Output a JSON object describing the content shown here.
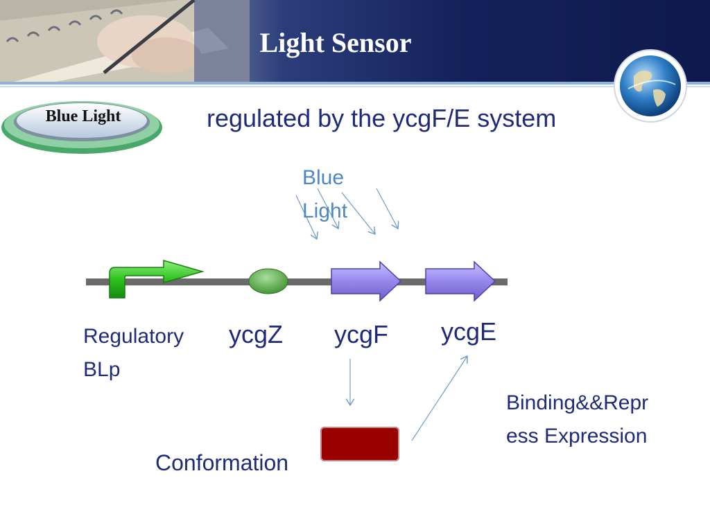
{
  "header": {
    "title": "Light Sensor"
  },
  "badge": {
    "label": "Blue Light"
  },
  "subtitle": "regulated by the ycgF/E system",
  "diagram": {
    "light_label_line1": "Blue",
    "light_label_line2": "Light",
    "promoter_label_line1": "Regulatory",
    "promoter_label_line2": "BLp",
    "genes": [
      "ycgZ",
      "ycgF",
      "ycgE"
    ],
    "effect_label_line1": "Binding&&Repr",
    "effect_label_line2": "ess Expression",
    "state_label": "Conformation"
  },
  "colors": {
    "title_text": "#1f2a78",
    "light_text": "#4d86c0",
    "header_dark": "#0e1a4e",
    "gene_arrow": "#9b8cf0",
    "promoter_arrow": "#2ec21e",
    "ycgZ_oval": "#4aa63a",
    "conformation_box": "#990000",
    "badge_rim": "#4aa76a"
  },
  "icons": [
    "globe-icon",
    "hand-writing-photo",
    "promoter-arrow-icon",
    "gene-arrow-icon",
    "gene-oval-icon"
  ]
}
